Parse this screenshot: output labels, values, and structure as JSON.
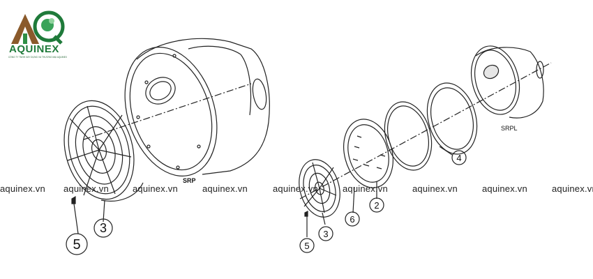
{
  "brand": {
    "name": "AQUINEX",
    "tagline": "CÔNG TY TNHH XÂY DỰNG VÀ THƯƠNG MẠI AQUINEX"
  },
  "watermark": "aquinex.vn",
  "model_label": "SRPL",
  "left_model_label": "SRP",
  "callouts": [
    "5",
    "3",
    "6",
    "2",
    "4",
    "5",
    "3"
  ],
  "colors": {
    "brand_green": "#1f7a3a",
    "brand_brown": "#8a5a2b",
    "line": "#222222"
  }
}
